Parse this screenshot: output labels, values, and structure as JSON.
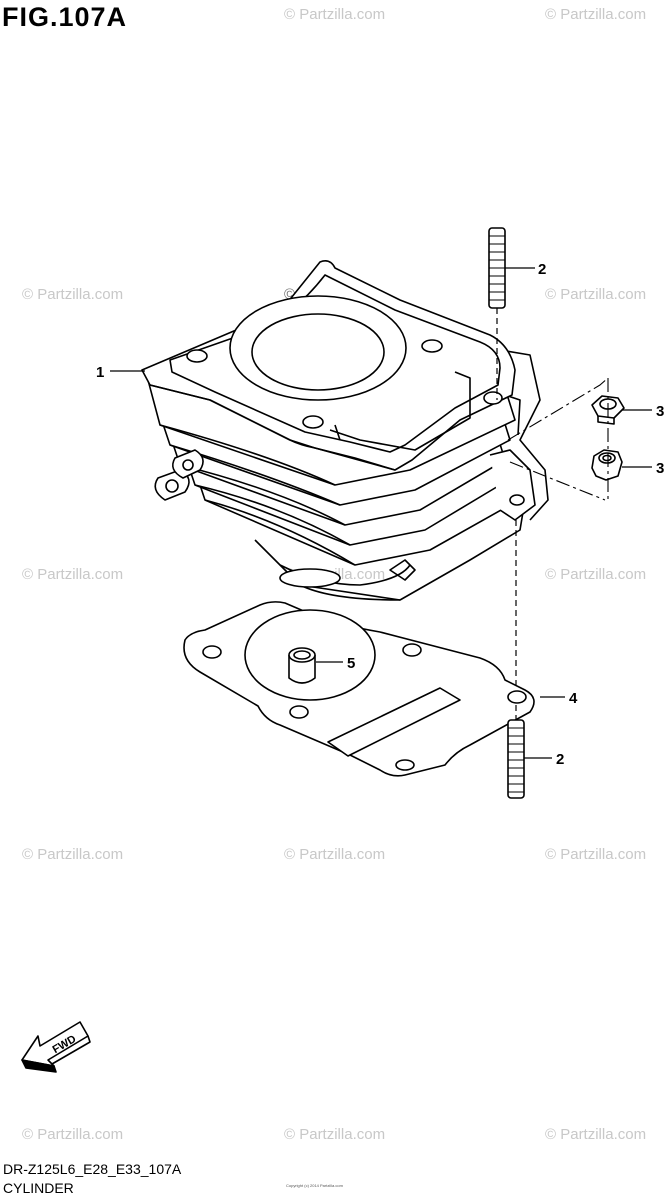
{
  "figure": {
    "title": "FIG.107A",
    "code": "DR-Z125L6_E28_E33_107A",
    "name": "CYLINDER",
    "fwd_label": "FWD",
    "copyright_small": "Copyright (c) 2014 Partzilla.com"
  },
  "watermark": "© Partzilla.com",
  "callouts": [
    {
      "id": "1",
      "part": "cylinder"
    },
    {
      "id": "2",
      "part": "stud-upper"
    },
    {
      "id": "3",
      "part": "nut-upper"
    },
    {
      "id": "3",
      "part": "nut-lower"
    },
    {
      "id": "4",
      "part": "gasket"
    },
    {
      "id": "5",
      "part": "dowel-pin"
    },
    {
      "id": "2",
      "part": "stud-lower"
    }
  ]
}
